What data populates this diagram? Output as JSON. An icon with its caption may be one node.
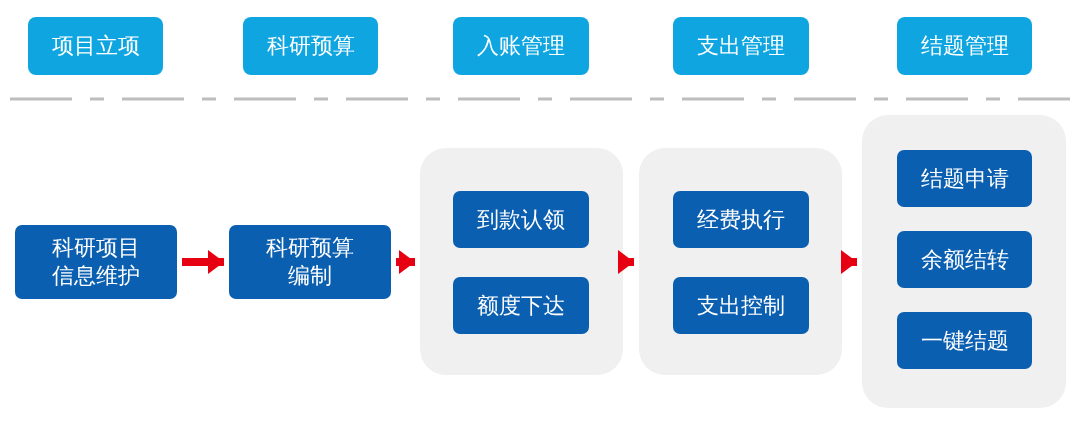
{
  "diagram": {
    "nodes": [
      {
        "text": [
          "项目立项"
        ]
      },
      {
        "text": [
          "科研预算"
        ]
      },
      {
        "text": [
          "入账管理"
        ]
      },
      {
        "text": [
          "支出管理"
        ]
      },
      {
        "text": [
          "结题管理"
        ]
      },
      {
        "text": [
          "科研项目信息维护"
        ]
      },
      {
        "text": [
          "科研预算编制"
        ]
      },
      {
        "text": [],
        "shape": "box"
      },
      {
        "text": [
          "到款认领"
        ],
        "in": 7
      },
      {
        "text": [
          "额度下达"
        ],
        "in": 7
      },
      {
        "text": [],
        "shape": "box"
      },
      {
        "text": [
          "经费执行"
        ],
        "in": 10
      },
      {
        "text": [
          "支出控制"
        ],
        "in": 10
      },
      {
        "text": [],
        "shape": "box"
      },
      {
        "text": [
          "结题申请"
        ],
        "in": 13
      },
      {
        "text": [
          "余额结转"
        ],
        "in": 13
      },
      {
        "text": [
          "一键结题"
        ],
        "in": 13
      }
    ],
    "edges": [
      {
        "from": 5,
        "to": 6,
        "arrow": "to"
      },
      {
        "from": 6,
        "to": 7,
        "arrow": "to"
      },
      {
        "from": 7,
        "to": 10,
        "arrow": "to"
      },
      {
        "from": 10,
        "to": 13,
        "arrow": "to"
      }
    ]
  }
}
